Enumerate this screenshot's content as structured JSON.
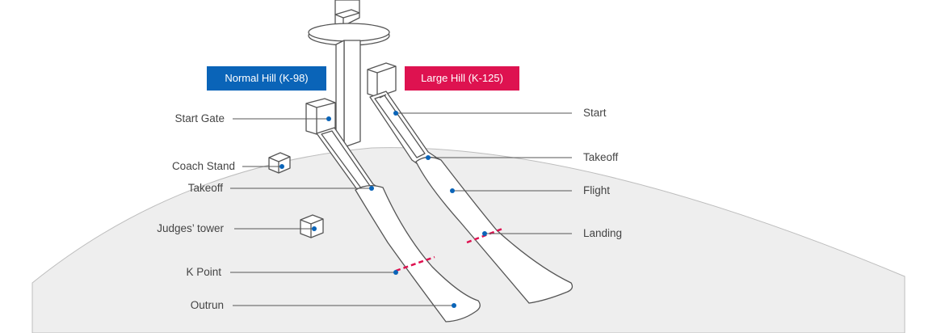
{
  "badges": {
    "normal_hill": "Normal Hill (K-98)",
    "large_hill": "Large Hill (K-125)"
  },
  "labels_left": {
    "start_gate": "Start Gate",
    "coach_stand": "Coach Stand",
    "takeoff": "Takeoff",
    "judges_tower": "Judges’ tower",
    "k_point": "K Point",
    "outrun": "Outrun"
  },
  "labels_right": {
    "start": "Start",
    "takeoff": "Takeoff",
    "flight": "Flight",
    "landing": "Landing"
  },
  "colors": {
    "normal_hill_badge": "#0a64b8",
    "large_hill_badge": "#de1250",
    "dot": "#0a64b8",
    "dashed_marker": "#de1250",
    "hill_fill": "#eeeeee",
    "outline": "#555555"
  }
}
